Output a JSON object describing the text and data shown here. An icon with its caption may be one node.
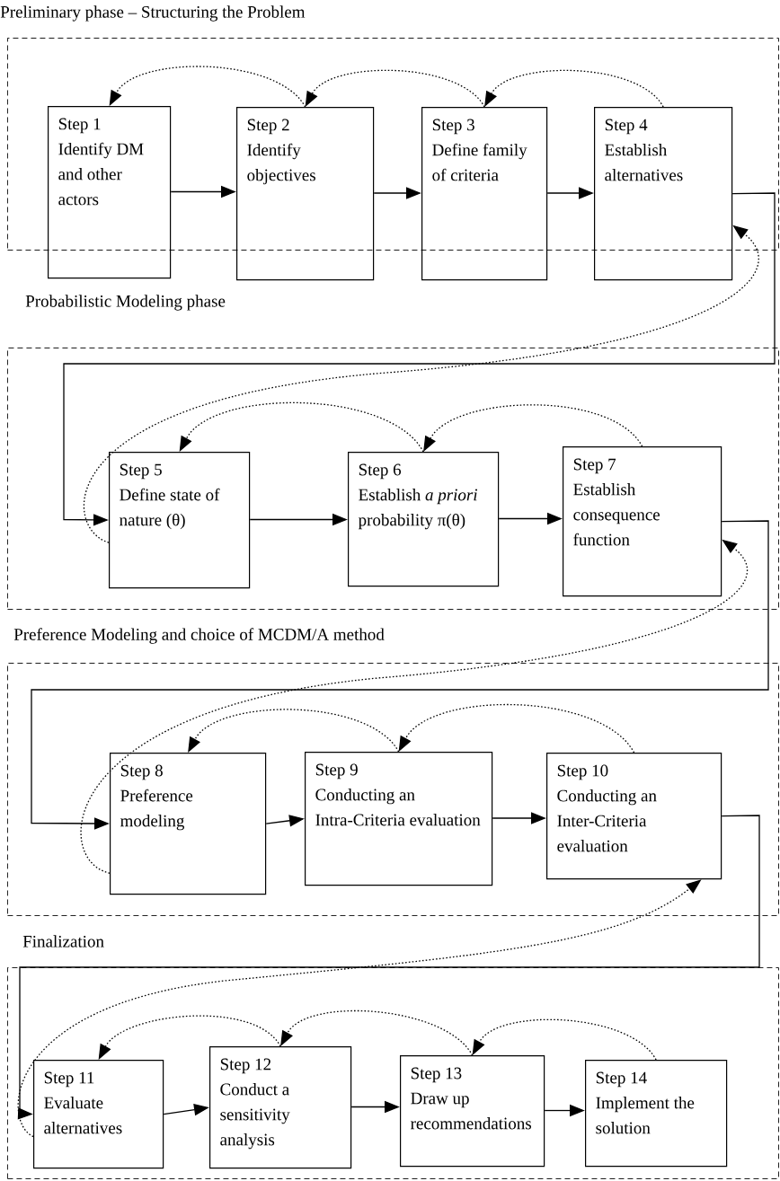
{
  "diagram": {
    "nodes": [
      {
        "text": [
          "Preliminary phase – Structuring the Problem"
        ]
      },
      {
        "text": [
          "Step 1",
          "Identify DM and other actors"
        ],
        "in": 0
      },
      {
        "text": [
          "Step 2",
          "Identify objectives"
        ],
        "in": 0
      },
      {
        "text": [
          "Step 3",
          "Define family of criteria"
        ],
        "in": 0
      },
      {
        "text": [
          "Step 4",
          "Establish alternatives"
        ],
        "in": 0
      },
      {
        "text": [
          "Probabilistic Modeling phase"
        ]
      },
      {
        "text": [
          "Step 5",
          "Define state of nature (θ)"
        ],
        "in": 5
      },
      {
        "text": [
          "Step 6",
          "Establish *a priori* probability π(θ)"
        ],
        "in": 5
      },
      {
        "text": [
          "Step 7",
          "Establish consequence function"
        ],
        "in": 5
      },
      {
        "text": [
          "Preference Modeling and choice of MCDM/A method"
        ]
      },
      {
        "text": [
          "Step 8",
          "Preference modeling"
        ],
        "in": 9
      },
      {
        "text": [
          "Step 9",
          "Conducting an Intra-Criteria evaluation"
        ],
        "in": 9
      },
      {
        "text": [
          "Step 10",
          "Conducting an Inter-Criteria evaluation"
        ],
        "in": 9
      },
      {
        "text": [
          "Finalization"
        ]
      },
      {
        "text": [
          "Step 11",
          "Evaluate alternatives"
        ],
        "in": 13
      },
      {
        "text": [
          "Step 12",
          "Conduct a sensitivity analysis"
        ],
        "in": 13
      },
      {
        "text": [
          "Step 13",
          "Draw up recommendations"
        ],
        "in": 13
      },
      {
        "text": [
          "Step 14",
          "Implement the solution"
        ],
        "in": 13
      }
    ],
    "edges": [
      {
        "from": 1,
        "to": 2,
        "arrow": "to"
      },
      {
        "from": 2,
        "to": 3,
        "arrow": "to"
      },
      {
        "from": 3,
        "to": 4,
        "arrow": "to"
      },
      {
        "from": 4,
        "to": 6,
        "arrow": "to"
      },
      {
        "from": 6,
        "to": 7,
        "arrow": "to"
      },
      {
        "from": 7,
        "to": 8,
        "arrow": "to"
      },
      {
        "from": 8,
        "to": 10,
        "arrow": "to"
      },
      {
        "from": 10,
        "to": 11,
        "arrow": "to"
      },
      {
        "from": 11,
        "to": 12,
        "arrow": "to"
      },
      {
        "from": 12,
        "to": 14,
        "arrow": "to"
      },
      {
        "from": 14,
        "to": 15,
        "arrow": "to"
      },
      {
        "from": 15,
        "to": 16,
        "arrow": "to"
      },
      {
        "from": 16,
        "to": 17,
        "arrow": "to"
      },
      {
        "from": 2,
        "to": 1,
        "arrow": "to",
        "style": "dashed"
      },
      {
        "from": 3,
        "to": 2,
        "arrow": "to",
        "style": "dashed"
      },
      {
        "from": 4,
        "to": 3,
        "arrow": "to",
        "style": "dashed"
      },
      {
        "from": 6,
        "to": 4,
        "arrow": "to",
        "style": "dashed"
      },
      {
        "from": 7,
        "to": 6,
        "arrow": "to",
        "style": "dashed"
      },
      {
        "from": 8,
        "to": 7,
        "arrow": "to",
        "style": "dashed"
      },
      {
        "from": 10,
        "to": 8,
        "arrow": "to",
        "style": "dashed"
      },
      {
        "from": 11,
        "to": 10,
        "arrow": "to",
        "style": "dashed"
      },
      {
        "from": 12,
        "to": 11,
        "arrow": "to",
        "style": "dashed"
      },
      {
        "from": 14,
        "to": 12,
        "arrow": "to",
        "style": "dashed"
      },
      {
        "from": 15,
        "to": 14,
        "arrow": "to",
        "style": "dashed"
      },
      {
        "from": 16,
        "to": 15,
        "arrow": "to",
        "style": "dashed"
      },
      {
        "from": 17,
        "to": 16,
        "arrow": "to",
        "style": "dashed"
      }
    ]
  }
}
